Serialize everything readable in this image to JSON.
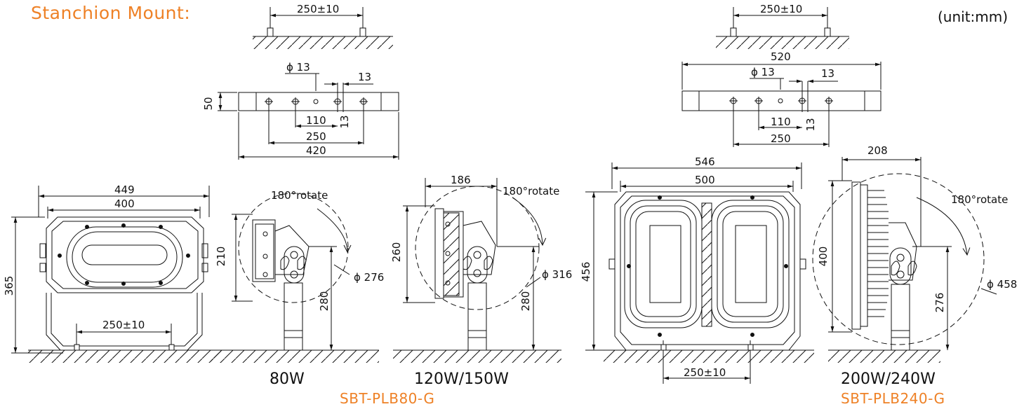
{
  "heading": "Stanchion Mount:",
  "unit_note": "(unit:mm)",
  "colors": {
    "accent": "#ee8126",
    "line": "#111111"
  },
  "wattage_labels": {
    "w80": "80W",
    "w120": "120W/150W",
    "w200": "200W/240W"
  },
  "models": {
    "small": "SBT-PLB80-G",
    "large": "SBT-PLB240-G"
  },
  "left_bracket": {
    "bolt_spacing": "250±10",
    "hole_dia": "ϕ 13",
    "slot": "13",
    "height": "50",
    "d110": "110",
    "d13": "13",
    "d250": "250",
    "length": "420"
  },
  "right_bracket": {
    "bolt_spacing": "250±10",
    "length": "520",
    "hole_dia": "ϕ 13",
    "slot": "13",
    "d110": "110",
    "d13": "13",
    "d250": "250"
  },
  "front_80": {
    "width_outer": "449",
    "width_inner": "400",
    "height": "365",
    "bolt_spacing": "250±10"
  },
  "side_80": {
    "rotate": "180°rotate",
    "height": "210",
    "stanchion": "280",
    "swing_dia": "ϕ 276"
  },
  "side_120": {
    "depth": "186",
    "rotate": "180°rotate",
    "height": "260",
    "stanchion": "280",
    "swing_dia": "ϕ 316"
  },
  "front_200": {
    "width_outer": "546",
    "width_inner": "500",
    "height": "456",
    "bolt_spacing": "250±10"
  },
  "side_200": {
    "depth": "208",
    "rotate": "180°rotate",
    "height": "400",
    "stanchion": "276",
    "swing_dia": "ϕ 458"
  }
}
